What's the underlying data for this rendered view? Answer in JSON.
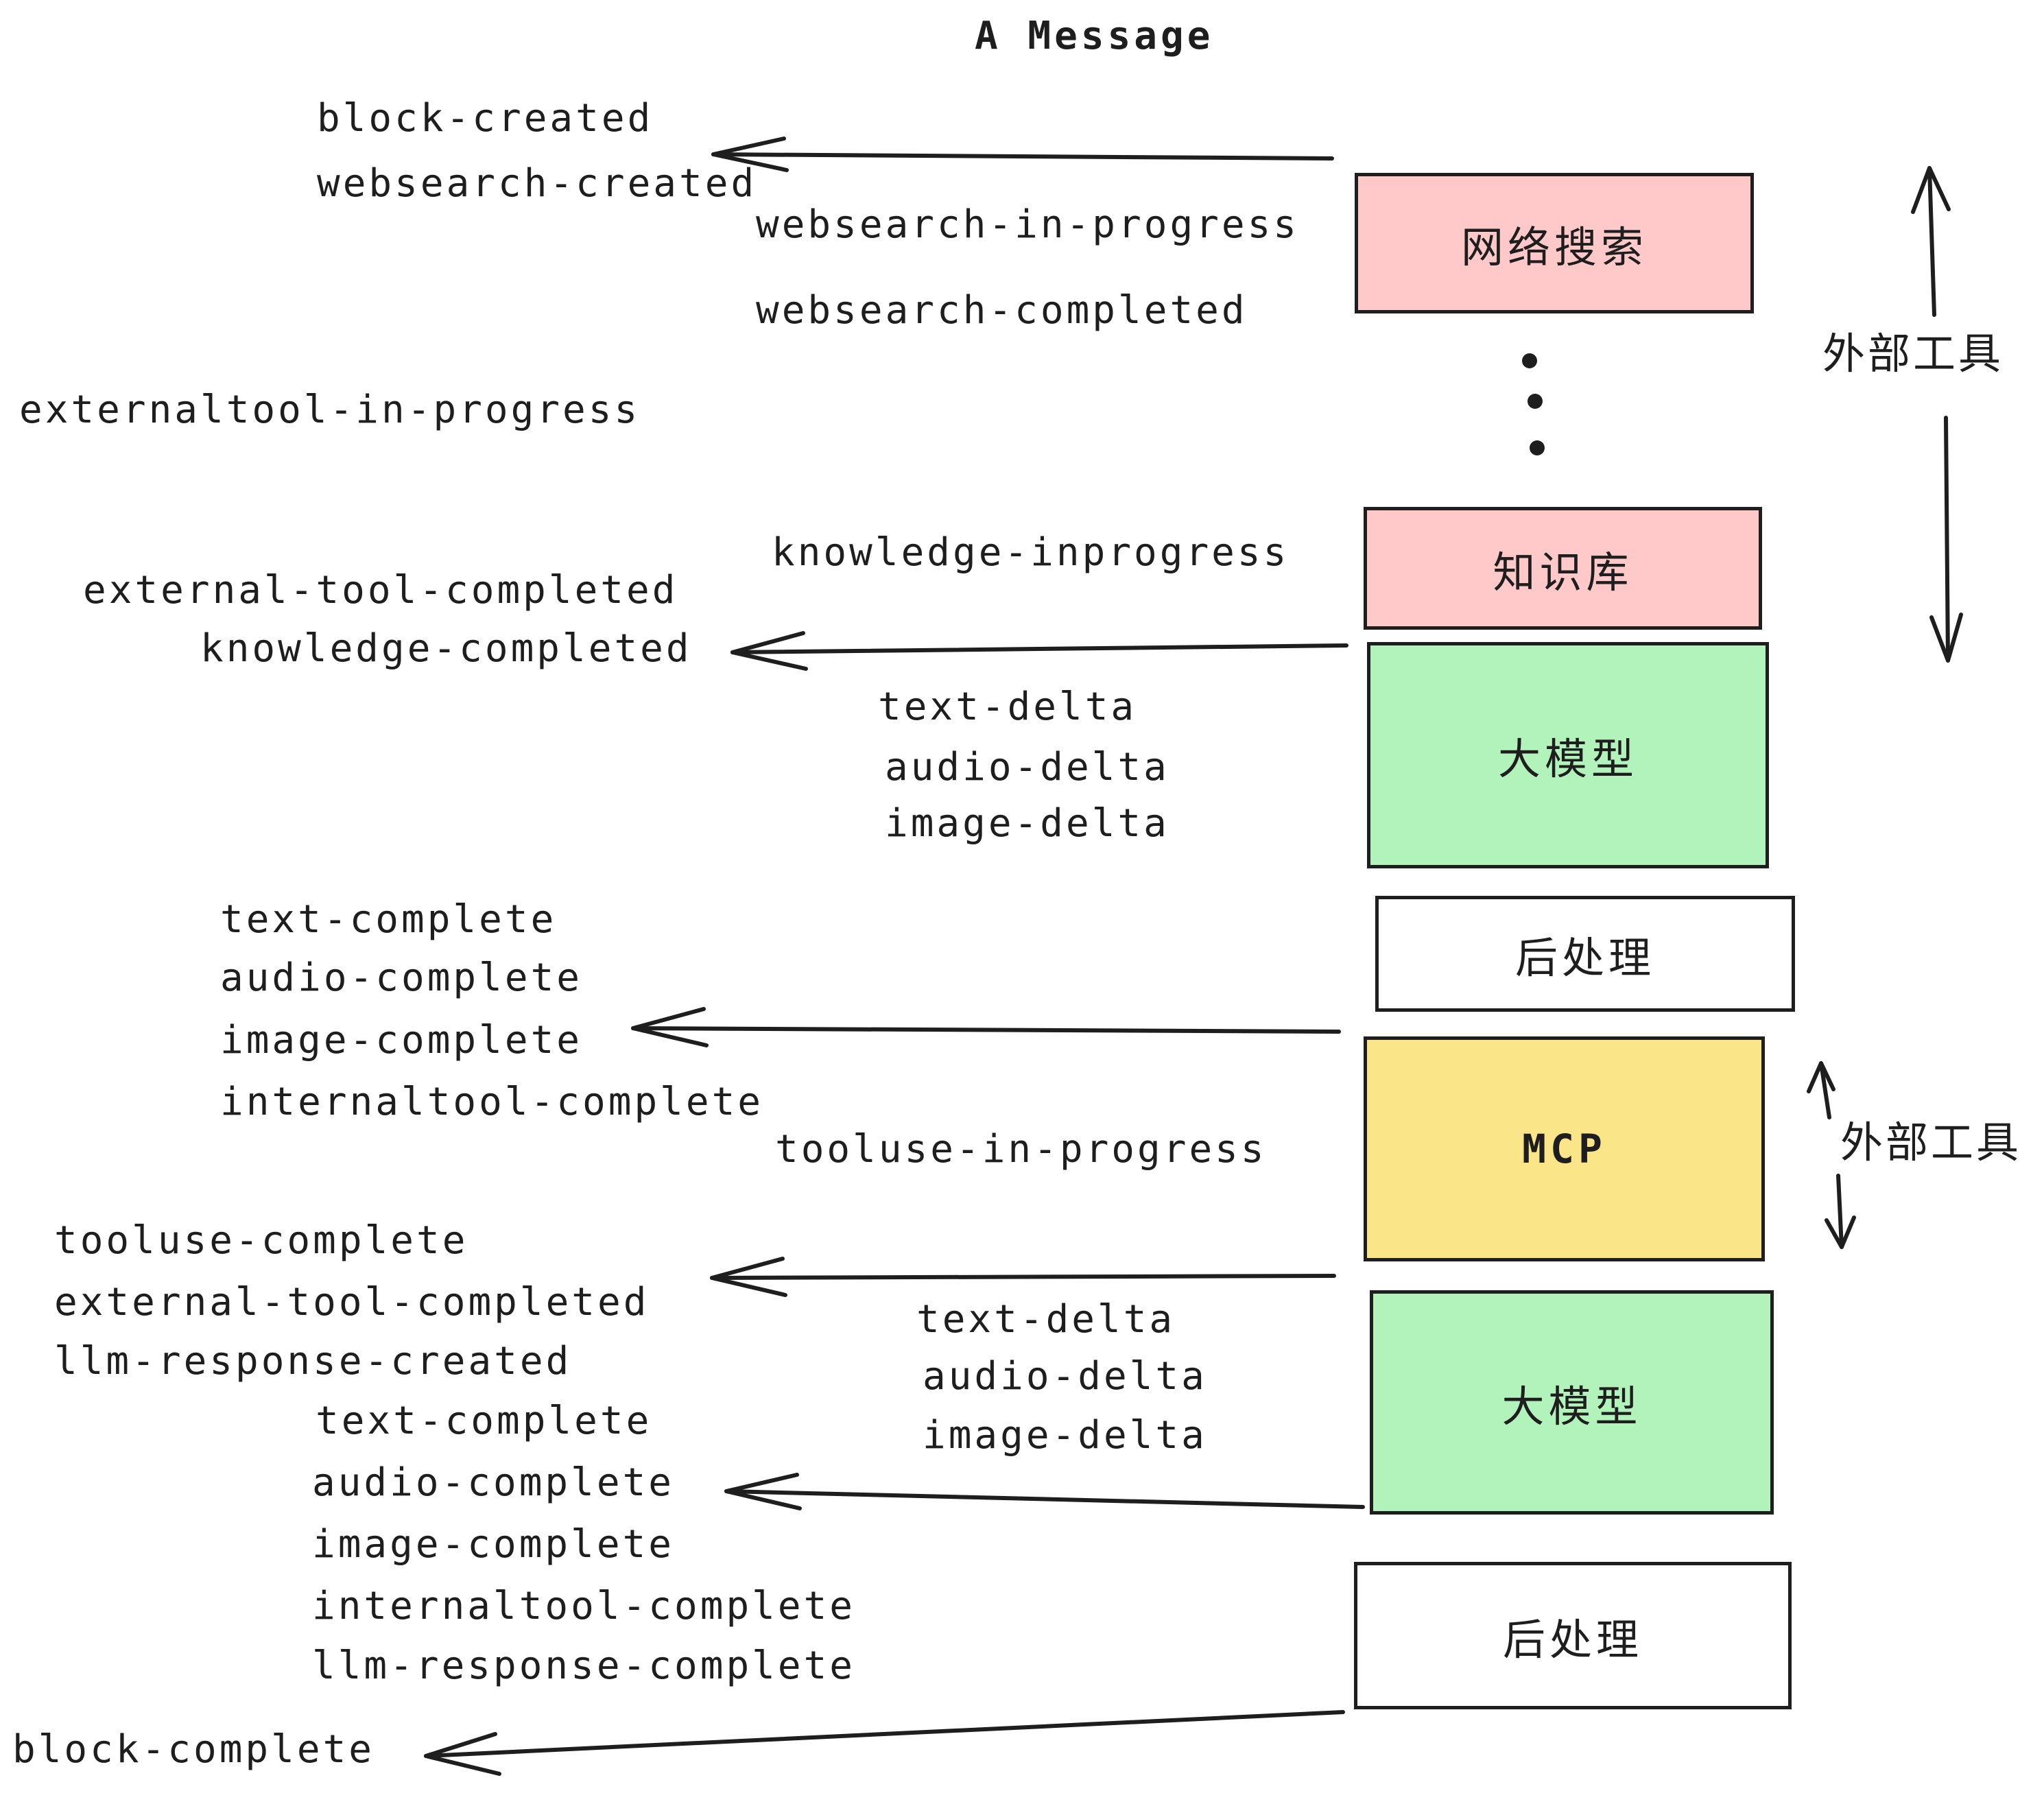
{
  "title": "A Message",
  "event_labels": [
    "block-created",
    "websearch-created",
    "websearch-in-progress",
    "websearch-completed",
    "externaltool-in-progress",
    "knowledge-inprogress",
    "external-tool-completed",
    "knowledge-completed",
    "text-delta",
    "audio-delta",
    "image-delta",
    "text-complete",
    "audio-complete",
    "image-complete",
    "internaltool-complete",
    "tooluse-in-progress",
    "tooluse-complete",
    "external-tool-completed",
    "llm-response-created",
    "text-delta",
    "audio-delta",
    "image-delta",
    "text-complete",
    "audio-complete",
    "image-complete",
    "internaltool-complete",
    "llm-response-complete",
    "block-complete"
  ],
  "boxes": [
    {
      "label": "网络搜索",
      "color": "#ffc9c9"
    },
    {
      "label": "知识库",
      "color": "#ffc9c9"
    },
    {
      "label": "大模型",
      "color": "#b2f2bb"
    },
    {
      "label": "后处理",
      "color": "#ffffff"
    },
    {
      "label": "MCP",
      "color": "#fae588"
    },
    {
      "label": "大模型",
      "color": "#b2f2bb"
    },
    {
      "label": "后处理",
      "color": "#ffffff"
    }
  ],
  "annotations": {
    "external_tools_top": "外部工具",
    "external_tools_bottom": "外部工具"
  },
  "icons": {
    "ellipsis_dots": "vertical-ellipsis"
  },
  "colors": {
    "ink": "#1e1e1e",
    "pink": "#ffc9c9",
    "green": "#b2f2bb",
    "yellow": "#fae588",
    "white": "#ffffff"
  }
}
